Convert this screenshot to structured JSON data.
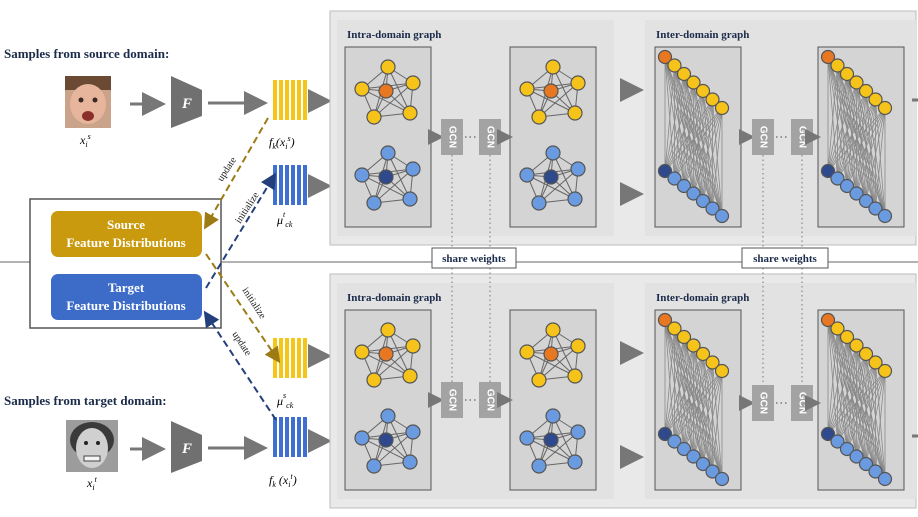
{
  "colors": {
    "source": "#f5c518",
    "target": "#3f6fd1",
    "source_box": "#c99a0e",
    "target_box": "#3d6cc8",
    "node_orange": "#e87722",
    "node_yellow": "#f6c31b",
    "node_darkblue": "#2e4a8c",
    "node_blue": "#6a9be0",
    "panel": "#e3e3e3",
    "graph_bg": "#d6d6d6",
    "gcn": "#a3a3a3",
    "arrow": "#777777"
  },
  "labels": {
    "samples_source": "Samples from source domain:",
    "samples_target": "Samples from target domain:",
    "x_source": "x",
    "x_source_sub": "i",
    "x_source_sup": "s",
    "x_target": "x",
    "x_target_sub": "i",
    "x_target_sup": "t",
    "extractor": "F",
    "feat_source": "f",
    "feat_source_tail": "(x",
    "feat_target": "f",
    "feat_target_tail": "(x",
    "mu_target": "μ",
    "mu_source": "μ",
    "source_dist_line1": "Source",
    "source_dist_line2": "Feature Distributions",
    "target_dist_line1": "Target",
    "target_dist_line2": "Feature Distributions",
    "update": "update",
    "initialize": "initialize",
    "intra_top": "Intra-domain graph",
    "inter_top": "Inter-domain graph",
    "intra_bottom": "Intra-domain graph",
    "inter_bottom": "Inter-domain graph",
    "gcn": "GCN",
    "share_weights": "share weights",
    "dots": "......"
  },
  "icons": {
    "source_face": "crying-child-face-photo",
    "target_face": "grimacing-woman-face-photo"
  }
}
